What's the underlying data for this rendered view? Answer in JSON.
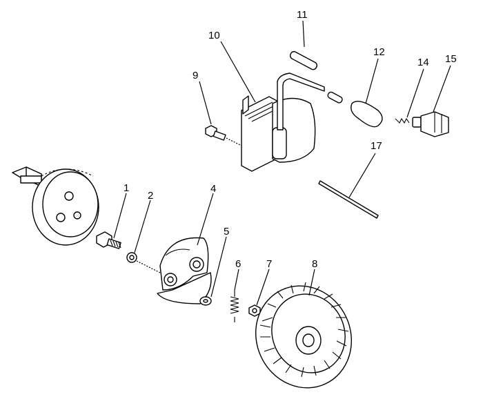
{
  "diagram": {
    "callouts": [
      {
        "id": "1",
        "part": "bolt"
      },
      {
        "id": "2",
        "part": "lock-washer"
      },
      {
        "id": "4",
        "part": "clutch-assembly"
      },
      {
        "id": "5",
        "part": "washer"
      },
      {
        "id": "6",
        "part": "spring"
      },
      {
        "id": "7",
        "part": "nut"
      },
      {
        "id": "8",
        "part": "flywheel"
      },
      {
        "id": "9",
        "part": "ignition-screw"
      },
      {
        "id": "10",
        "part": "ignition-module"
      },
      {
        "id": "11",
        "part": "sleeve"
      },
      {
        "id": "12",
        "part": "spark-plug-boot"
      },
      {
        "id": "14",
        "part": "spring-terminal"
      },
      {
        "id": "15",
        "part": "spark-plug"
      },
      {
        "id": "17",
        "part": "rod"
      }
    ]
  }
}
